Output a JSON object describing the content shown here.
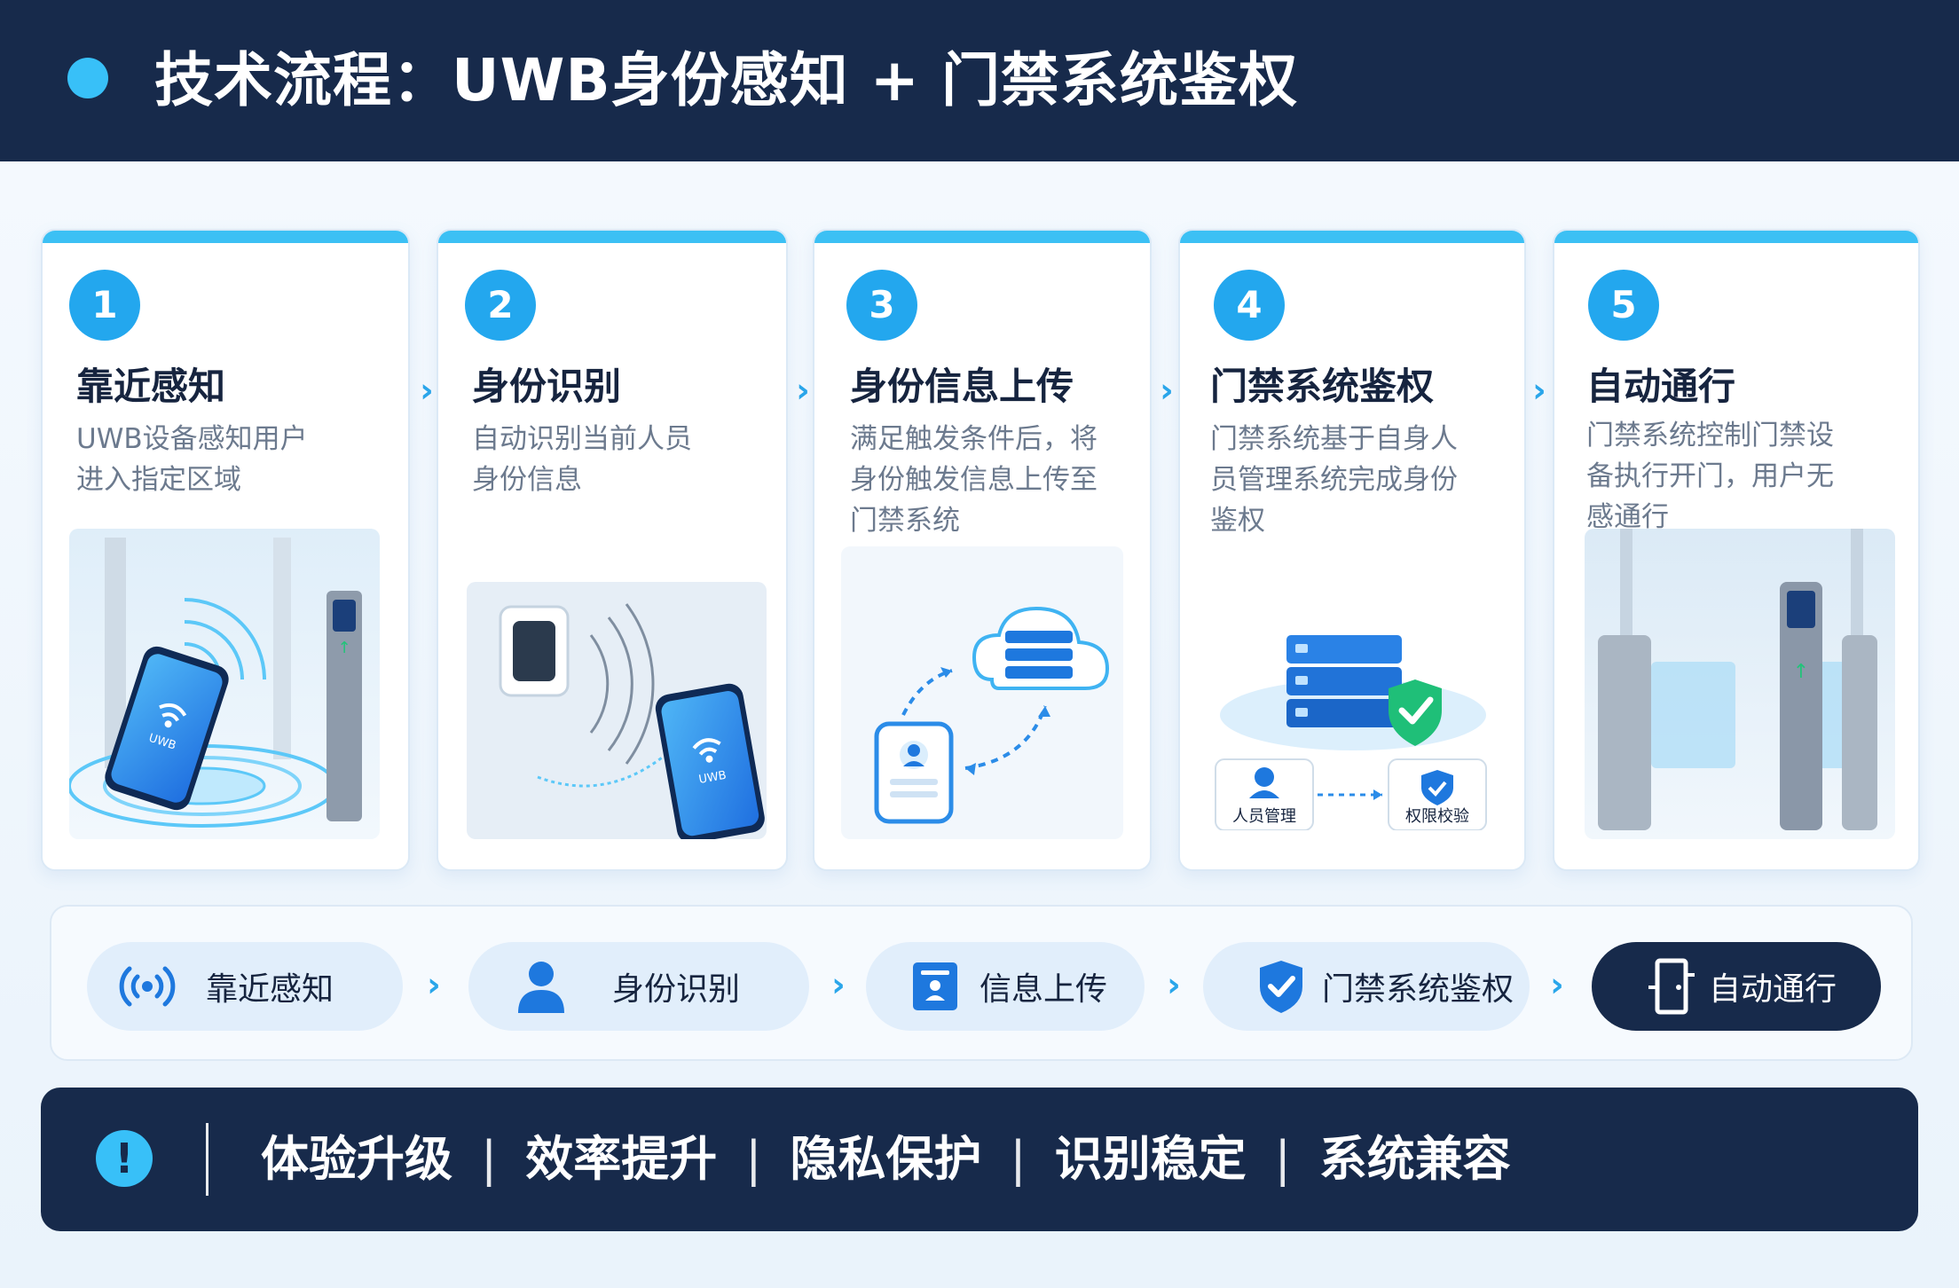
{
  "header": {
    "title": "技术流程：UWB身份感知 + 门禁系统鉴权"
  },
  "steps": [
    {
      "num": "1",
      "title": "靠近感知",
      "desc": "UWB设备感知用户\n进入指定区域",
      "phone_label": "UWB"
    },
    {
      "num": "2",
      "title": "身份识别",
      "desc": "自动识别当前人员\n身份信息",
      "phone_label": "UWB"
    },
    {
      "num": "3",
      "title": "身份信息上传",
      "desc": "满足触发条件后，将\n身份触发信息上传至\n门禁系统"
    },
    {
      "num": "4",
      "title": "门禁系统鉴权",
      "desc": "门禁系统基于自身人\n员管理系统完成身份\n鉴权",
      "sub_left": "人员管理",
      "sub_right": "权限校验"
    },
    {
      "num": "5",
      "title": "自动通行",
      "desc": "门禁系统控制门禁设\n备执行开门，用户无\n感通行"
    }
  ],
  "flow": [
    {
      "label": "靠近感知",
      "icon": "wireless-signal-icon"
    },
    {
      "label": "身份识别",
      "icon": "person-icon"
    },
    {
      "label": "信息上传",
      "icon": "id-card-upload-icon"
    },
    {
      "label": "门禁系统鉴权",
      "icon": "shield-check-icon"
    },
    {
      "label": "自动通行",
      "icon": "door-icon"
    }
  ],
  "footer": {
    "items": [
      "体验升级",
      "效率提升",
      "隐私保护",
      "识别稳定",
      "系统兼容"
    ],
    "divider": "|"
  },
  "colors": {
    "navy": "#172a4b",
    "accent": "#38c0f8",
    "blue": "#23a7ee"
  }
}
